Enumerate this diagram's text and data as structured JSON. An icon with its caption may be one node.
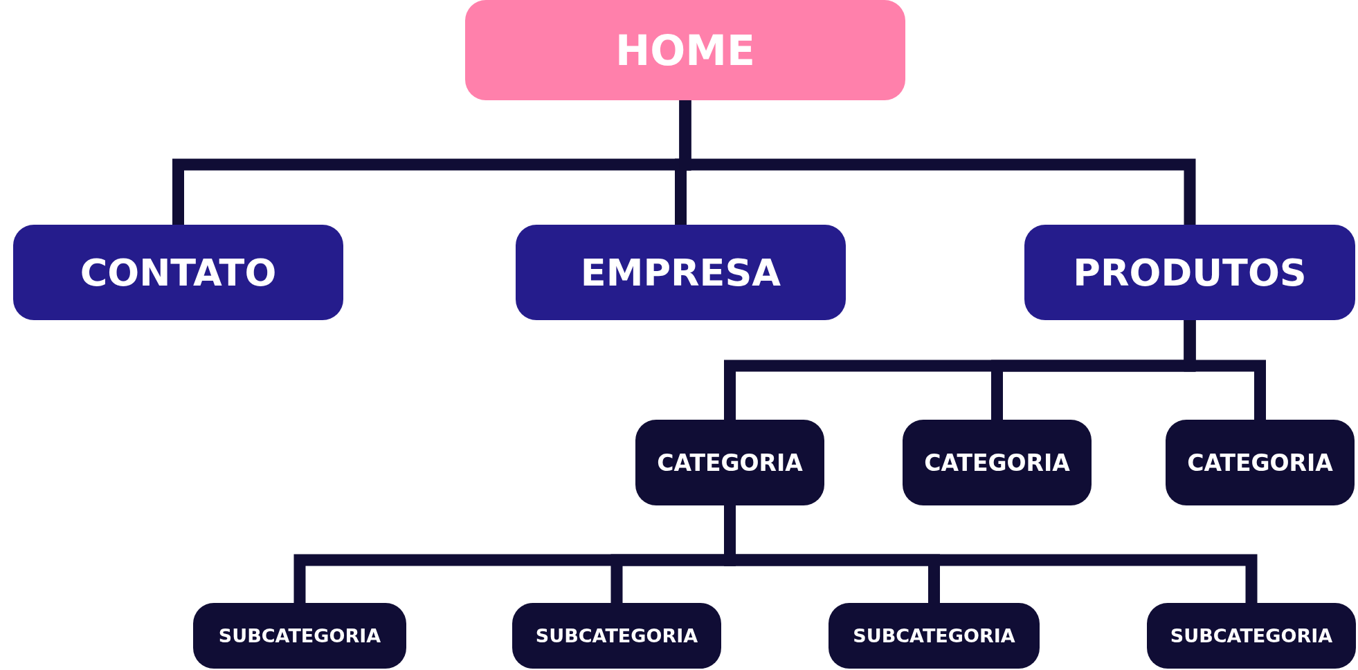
{
  "diagram": {
    "nodes": [
      {
        "text": [
          "HOME"
        ]
      },
      {
        "text": [
          "CONTATO"
        ]
      },
      {
        "text": [
          "EMPRESA"
        ]
      },
      {
        "text": [
          "PRODUTOS"
        ]
      },
      {
        "text": [
          "CATEGORIA"
        ]
      },
      {
        "text": [
          "CATEGORIA"
        ]
      },
      {
        "text": [
          "CATEGORIA"
        ]
      },
      {
        "text": [
          "SUBCATEGORIA"
        ]
      },
      {
        "text": [
          "SUBCATEGORIA"
        ]
      },
      {
        "text": [
          "SUBCATEGORIA"
        ]
      },
      {
        "text": [
          "SUBCATEGORIA"
        ]
      }
    ],
    "edges": [
      {
        "from": 0,
        "to": 1,
        "arrow": "none"
      },
      {
        "from": 0,
        "to": 2,
        "arrow": "none"
      },
      {
        "from": 0,
        "to": 3,
        "arrow": "none"
      },
      {
        "from": 3,
        "to": 4,
        "arrow": "none"
      },
      {
        "from": 3,
        "to": 5,
        "arrow": "none"
      },
      {
        "from": 3,
        "to": 6,
        "arrow": "none"
      },
      {
        "from": 4,
        "to": 7,
        "arrow": "none"
      },
      {
        "from": 4,
        "to": 8,
        "arrow": "none"
      },
      {
        "from": 4,
        "to": 9,
        "arrow": "none"
      },
      {
        "from": 4,
        "to": 10,
        "arrow": "none"
      }
    ]
  }
}
